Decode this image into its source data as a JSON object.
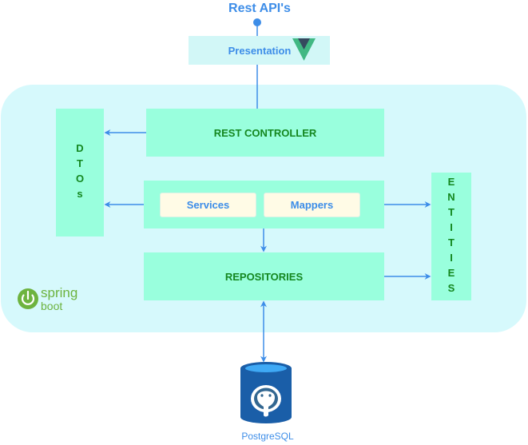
{
  "title": "Rest API's",
  "presentation": {
    "label": "Presentation",
    "logo_icon": "vue-logo-icon"
  },
  "boot_container": {
    "logo_word_top": "spring",
    "logo_word_bottom": "boot",
    "logo_icon": "spring-power-icon"
  },
  "dtos": {
    "label": "DTOs"
  },
  "rest_controller": {
    "label": "REST CONTROLLER"
  },
  "services": {
    "label": "Services"
  },
  "mappers": {
    "label": "Mappers"
  },
  "repositories": {
    "label": "REPOSITORIES"
  },
  "entities": {
    "label": "ENTITIES"
  },
  "database": {
    "label": "PostgreSQL",
    "icon": "postgresql-database-icon"
  },
  "colors": {
    "arrow": "#3d8de8",
    "box_fill": "#99ffdd",
    "container_fill": "#d6f9fc",
    "box_text": "#14871f",
    "blue_text": "#3d8de8",
    "spring_green": "#6db33f"
  }
}
